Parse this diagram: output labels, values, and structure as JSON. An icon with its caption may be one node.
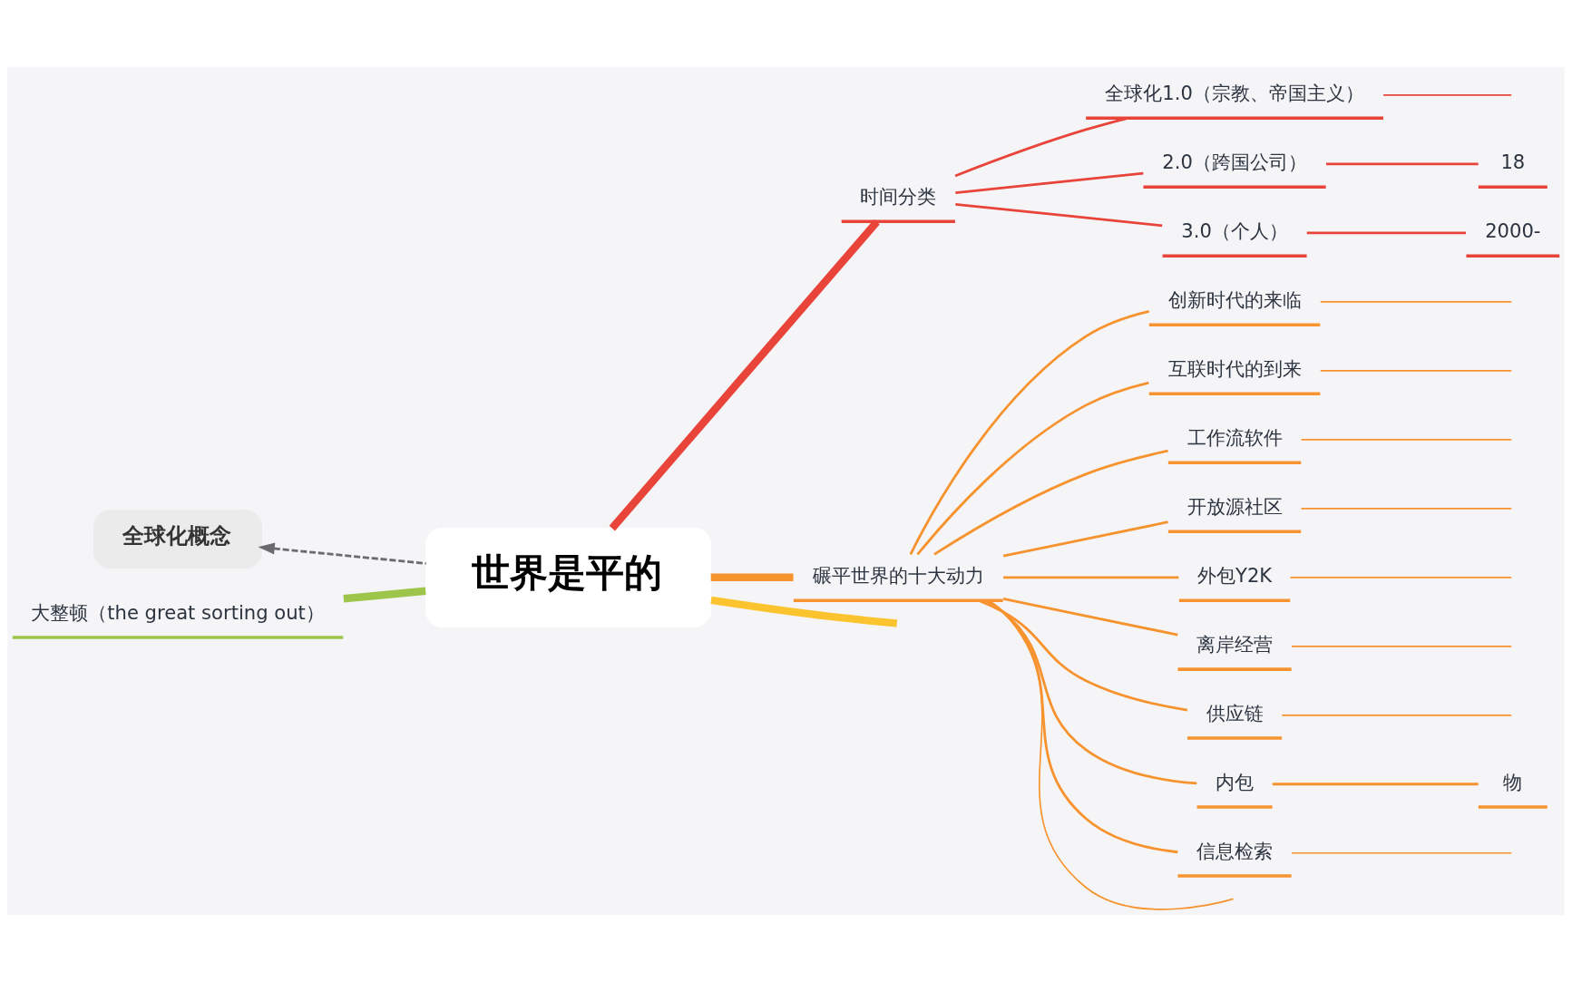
{
  "diagram": {
    "nodes": [
      {
        "text": [
          "世界是平的"
        ]
      },
      {
        "text": [
          "全球化概念"
        ]
      },
      {
        "text": [
          "时间分类"
        ]
      },
      {
        "text": [
          "全球化1.0（宗教、帝国主义）"
        ]
      },
      {
        "text": [
          "2.0（跨国公司）"
        ]
      },
      {
        "text": [
          "3.0（个人）"
        ]
      },
      {
        "text": [
          "18"
        ]
      },
      {
        "text": [
          "2000-"
        ]
      },
      {
        "text": [
          "碾平世界的十大动力"
        ]
      },
      {
        "text": [
          "创新时代的来临"
        ]
      },
      {
        "text": [
          "互联时代的到来"
        ]
      },
      {
        "text": [
          "工作流软件"
        ]
      },
      {
        "text": [
          "开放源社区"
        ]
      },
      {
        "text": [
          "外包Y2K"
        ]
      },
      {
        "text": [
          "离岸经营"
        ]
      },
      {
        "text": [
          "供应链"
        ]
      },
      {
        "text": [
          "内包"
        ]
      },
      {
        "text": [
          "物"
        ]
      },
      {
        "text": [
          "信息检索"
        ]
      },
      {
        "text": [
          "大整顿（the great sorting out）"
        ]
      }
    ],
    "edges": [
      {
        "from": 0,
        "to": 1,
        "arrow": "to",
        "style": "dashed",
        "color": "#6b6b6e"
      },
      {
        "from": 0,
        "to": 2,
        "arrow": "none",
        "style": "thick",
        "color": "#e9443a"
      },
      {
        "from": 2,
        "to": 3,
        "arrow": "none",
        "color": "#e9443a"
      },
      {
        "from": 2,
        "to": 4,
        "arrow": "none",
        "color": "#e9443a"
      },
      {
        "from": 2,
        "to": 5,
        "arrow": "none",
        "color": "#e9443a"
      },
      {
        "from": 3,
        "to": null,
        "arrow": "none",
        "color": "#e9443a"
      },
      {
        "from": 4,
        "to": 6,
        "arrow": "none",
        "color": "#e9443a"
      },
      {
        "from": 5,
        "to": 7,
        "arrow": "none",
        "color": "#e9443a"
      },
      {
        "from": 0,
        "to": 8,
        "arrow": "none",
        "style": "thick"
      },
      {
        "from": 8,
        "to": 9,
        "arrow": "none"
      },
      {
        "from": 8,
        "to": 10,
        "arrow": "none"
      },
      {
        "from": 8,
        "to": 11,
        "arrow": "none"
      },
      {
        "from": 8,
        "to": 12,
        "arrow": "none"
      },
      {
        "from": 8,
        "to": 13,
        "arrow": "none"
      },
      {
        "from": 8,
        "to": 14,
        "arrow": "none"
      },
      {
        "from": 8,
        "to": 15,
        "arrow": "none"
      },
      {
        "from": 8,
        "to": 16,
        "arrow": "none"
      },
      {
        "from": 8,
        "to": 18,
        "arrow": "none"
      },
      {
        "from": 8,
        "to": null,
        "arrow": "none"
      },
      {
        "from": 9,
        "to": null,
        "arrow": "none"
      },
      {
        "from": 10,
        "to": null,
        "arrow": "none"
      },
      {
        "from": 11,
        "to": null,
        "arrow": "none"
      },
      {
        "from": 12,
        "to": null,
        "arrow": "none"
      },
      {
        "from": 13,
        "to": null,
        "arrow": "none"
      },
      {
        "from": 14,
        "to": null,
        "arrow": "none"
      },
      {
        "from": 15,
        "to": null,
        "arrow": "none"
      },
      {
        "from": 16,
        "to": 17,
        "arrow": "none"
      },
      {
        "from": 18,
        "to": null,
        "arrow": "none"
      },
      {
        "from": 0,
        "to": 19,
        "arrow": "none",
        "style": "thick",
        "color": "#9dc54a"
      },
      {
        "from": 0,
        "to": null,
        "arrow": "none",
        "style": "thick",
        "color": "#fbc42e"
      }
    ]
  }
}
